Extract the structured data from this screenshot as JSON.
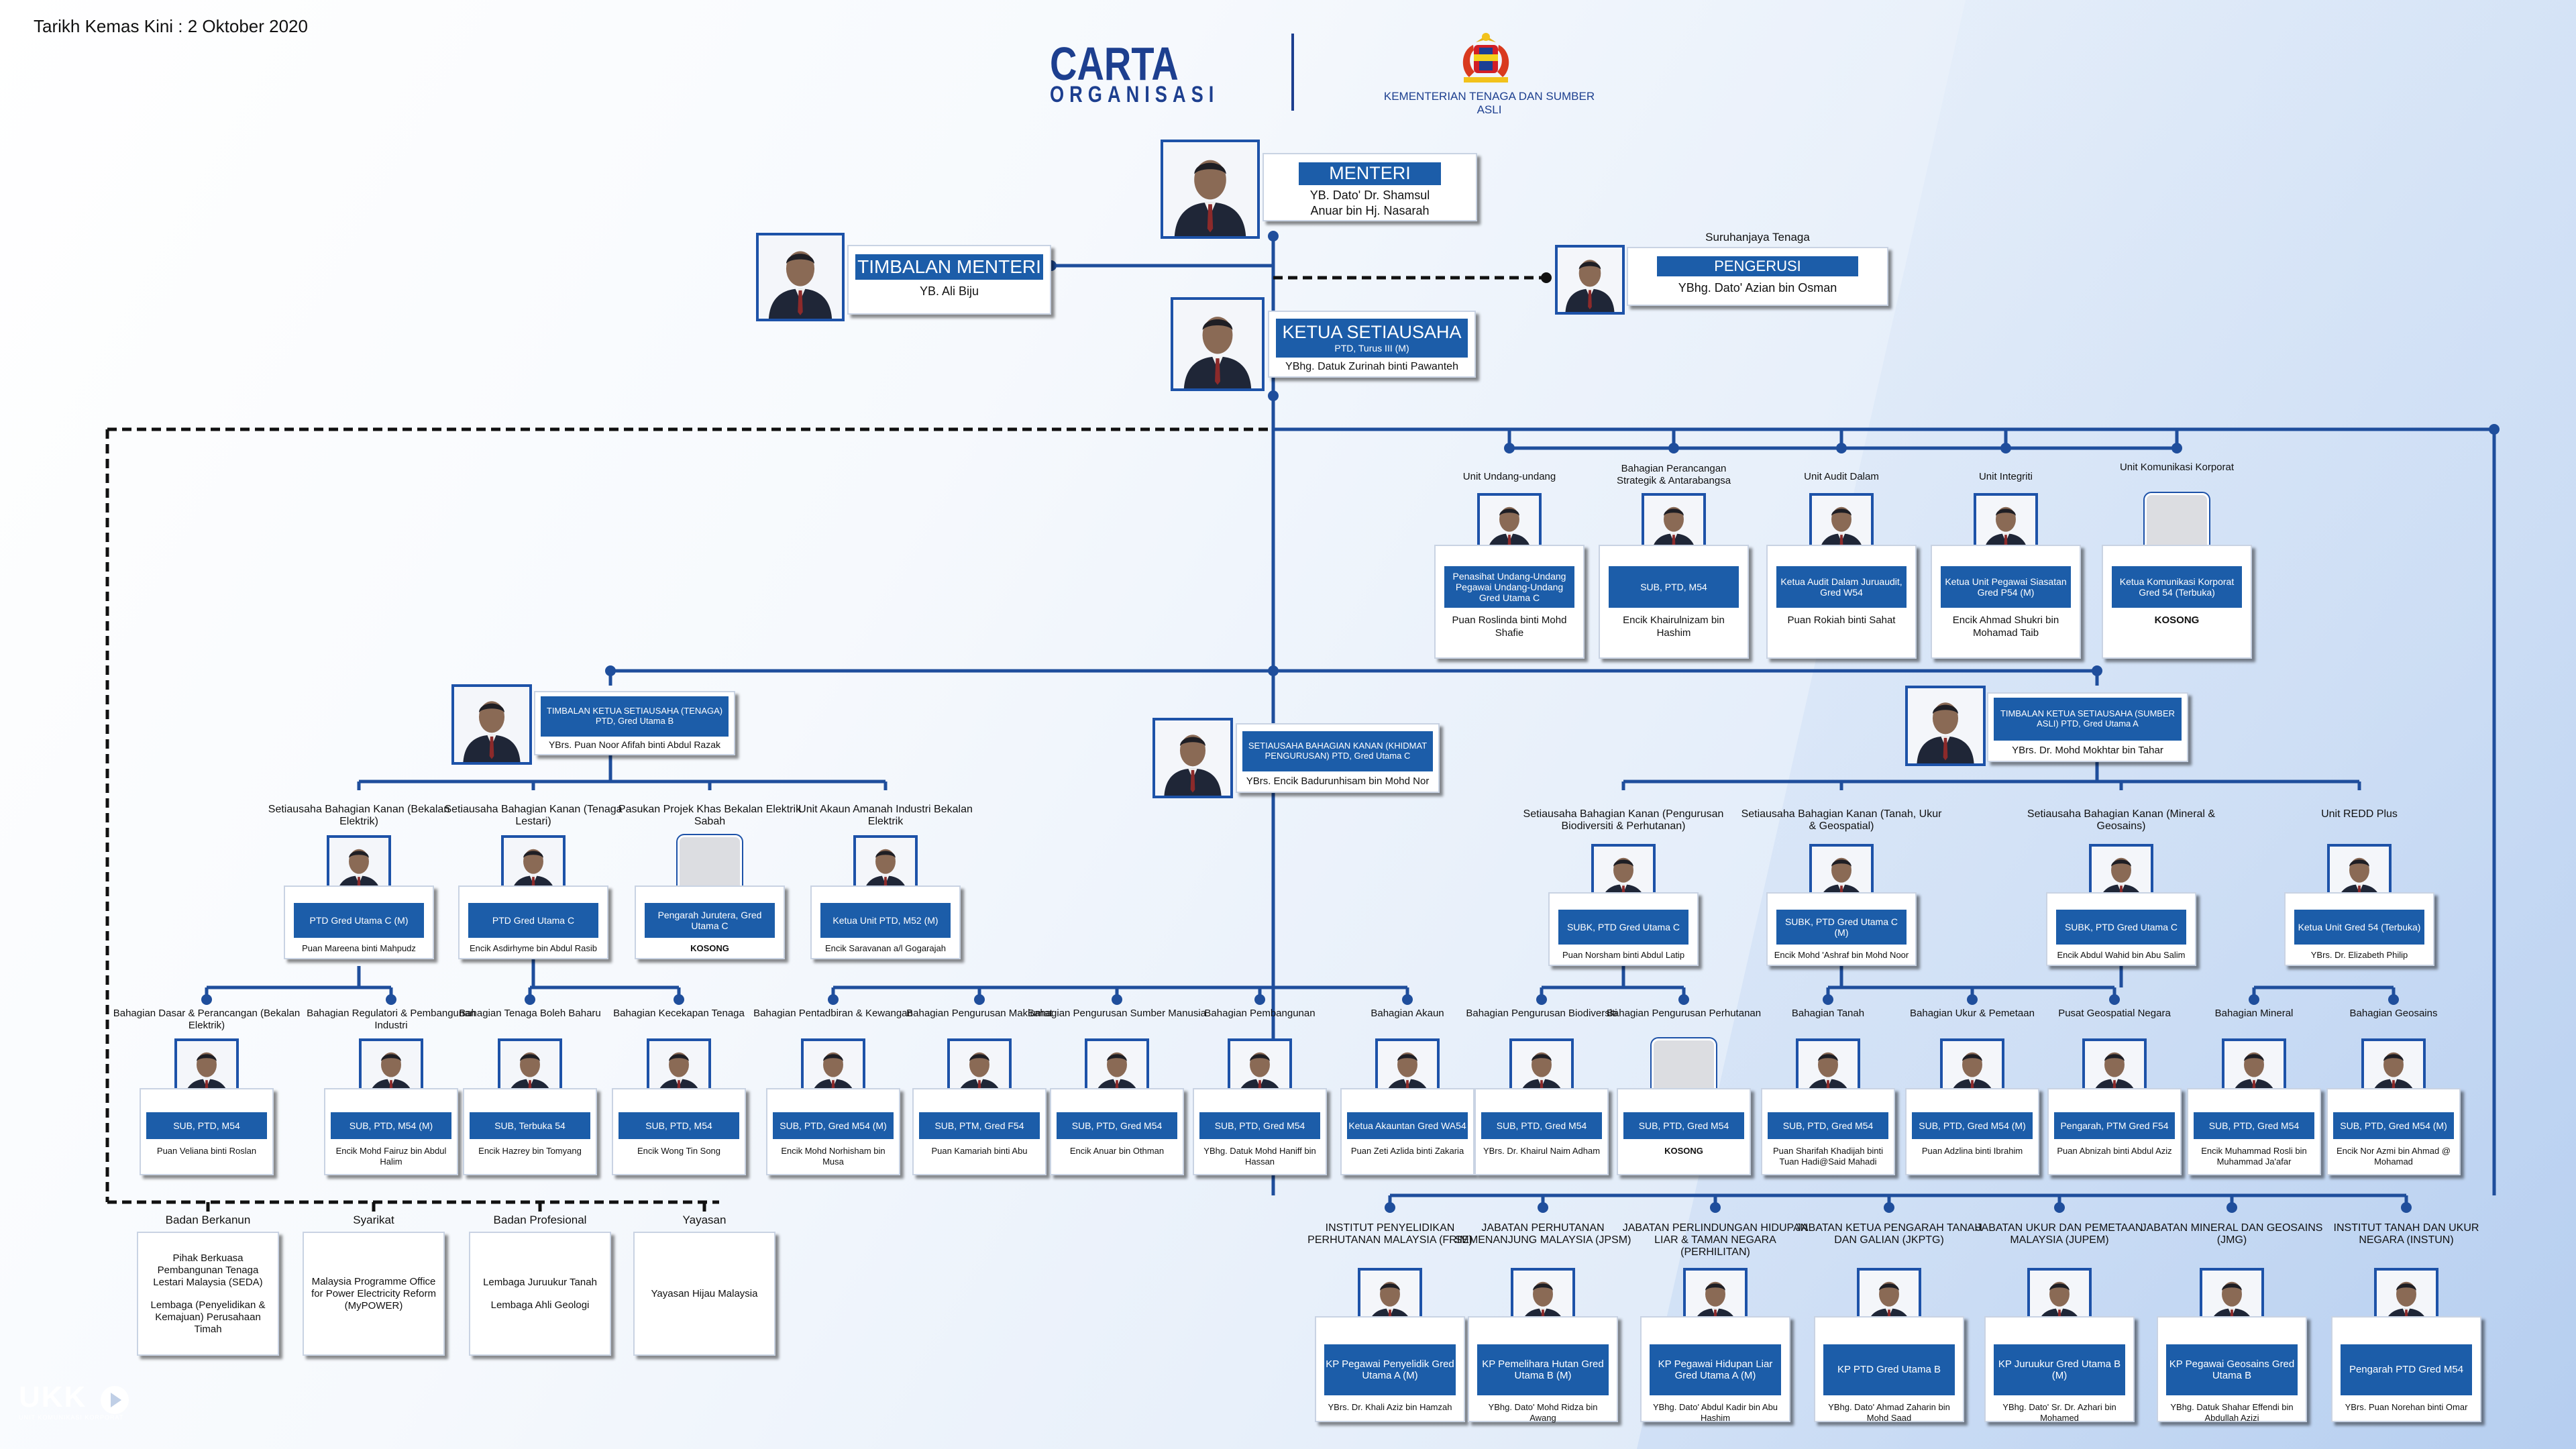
{
  "header": {
    "date": "Tarikh Kemas Kini : 2 Oktober 2020",
    "title": "CARTA",
    "subtitle": "ORGANISASI",
    "ministry": "KEMENTERIAN TENAGA DAN SUMBER ASLI"
  },
  "top": [
    {
      "id": "menteri",
      "role": "MENTERI",
      "name": "YB. Dato' Dr. Shamsul Anuar bin Hj. Nasarah"
    },
    {
      "id": "timbalan",
      "role": "TIMBALAN MENTERI",
      "name": "YB. Ali Biju"
    },
    {
      "id": "pengerusi",
      "caption": "Suruhanjaya Tenaga",
      "role": "PENGERUSI",
      "name": "YBhg. Dato' Azian bin Osman"
    },
    {
      "id": "ksu",
      "role": "KETUA SETIAUSAHA",
      "grade": "PTD, Turus III (M)",
      "name": "YBhg. Datuk Zurinah binti Pawanteh"
    }
  ],
  "units": [
    {
      "caption": "Unit Undang-undang",
      "title": "Penasihat Undang-Undang Pegawai Undang-Undang Gred Utama C",
      "name": "Puan Roslinda binti Mohd Shafie"
    },
    {
      "caption": "Bahagian Perancangan Strategik & Antarabangsa",
      "title": "SUB, PTD, M54",
      "name": "Encik Khairulnizam bin Hashim"
    },
    {
      "caption": "Unit Audit Dalam",
      "title": "Ketua Audit Dalam Juruaudit, Gred W54",
      "name": "Puan Rokiah binti Sahat"
    },
    {
      "caption": "Unit Integriti",
      "title": "Ketua Unit Pegawai Siasatan Gred P54 (M)",
      "name": "Encik Ahmad Shukri bin Mohamad Taib"
    },
    {
      "caption": "Unit Komunikasi Korporat",
      "title": "Ketua Komunikasi Korporat Gred 54 (Terbuka)",
      "name": "KOSONG",
      "empty": true
    }
  ],
  "tksu": [
    {
      "title": "TIMBALAN KETUA SETIAUSAHA (TENAGA) PTD, Gred Utama B",
      "name": "YBrs. Puan Noor Afifah binti Abdul Razak"
    },
    {
      "title": "SETIAUSAHA BAHAGIAN KANAN (KHIDMAT PENGURUSAN) PTD, Gred Utama C",
      "name": "YBrs. Encik Badurunhisam bin Mohd Nor"
    },
    {
      "title": "TIMBALAN KETUA SETIAUSAHA (SUMBER ASLI) PTD, Gred Utama A",
      "name": "YBrs. Dr. Mohd Mokhtar bin Tahar"
    }
  ],
  "l3": [
    {
      "caption": "Setiausaha Bahagian Kanan (Bekalan Elektrik)",
      "title": "PTD Gred Utama C (M)",
      "name": "Puan Mareena binti Mahpudz"
    },
    {
      "caption": "Setiausaha Bahagian Kanan (Tenaga Lestari)",
      "title": "PTD Gred Utama C",
      "name": "Encik Asdirhyme bin Abdul Rasib"
    },
    {
      "caption": "Pasukan Projek Khas Bekalan Elektrik Sabah",
      "title": "Pengarah Jurutera, Gred Utama C",
      "name": "KOSONG",
      "empty": true
    },
    {
      "caption": "Unit Akaun Amanah Industri Bekalan Elektrik",
      "title": "Ketua Unit PTD, M52 (M)",
      "name": "Encik Saravanan a/l Gogarajah"
    },
    {
      "caption": "Setiausaha Bahagian Kanan (Pengurusan Biodiversiti & Perhutanan)",
      "title": "SUBK, PTD Gred Utama C",
      "name": "Puan Norsham binti Abdul Latip"
    },
    {
      "caption": "Setiausaha Bahagian Kanan (Tanah, Ukur & Geospatial)",
      "title": "SUBK, PTD Gred Utama C (M)",
      "name": "Encik Mohd 'Ashraf bin Mohd Noor"
    },
    {
      "caption": "Setiausaha Bahagian Kanan (Mineral & Geosains)",
      "title": "SUBK, PTD Gred Utama C",
      "name": "Encik Abdul Wahid bin Abu Salim"
    },
    {
      "caption": "Unit REDD Plus",
      "title": "Ketua Unit Gred 54 (Terbuka)",
      "name": "YBrs. Dr. Elizabeth Philip"
    }
  ],
  "l4": [
    {
      "caption": "Bahagian Dasar & Perancangan (Bekalan Elektrik)",
      "title": "SUB, PTD, M54",
      "name": "Puan Veliana binti Roslan"
    },
    {
      "caption": "Bahagian Regulatori & Pembangunan Industri",
      "title": "SUB, PTD, M54 (M)",
      "name": "Encik Mohd Fairuz bin Abdul Halim"
    },
    {
      "caption": "Bahagian Tenaga Boleh Baharu",
      "title": "SUB, Terbuka 54",
      "name": "Encik Hazrey bin Tomyang"
    },
    {
      "caption": "Bahagian Kecekapan Tenaga",
      "title": "SUB, PTD, M54",
      "name": "Encik Wong Tin Song"
    },
    {
      "caption": "Bahagian Pentadbiran & Kewangan",
      "title": "SUB, PTD, Gred M54 (M)",
      "name": "Encik Mohd Norhisham bin Musa"
    },
    {
      "caption": "Bahagian Pengurusan Maklumat",
      "title": "SUB, PTM, Gred F54",
      "name": "Puan Kamariah binti Abu"
    },
    {
      "caption": "Bahagian Pengurusan Sumber Manusia",
      "title": "SUB, PTD, Gred M54",
      "name": "Encik Anuar bin Othman"
    },
    {
      "caption": "Bahagian Pembangunan",
      "title": "SUB, PTD, Gred M54",
      "name": "YBhg. Datuk Mohd Haniff bin Hassan"
    },
    {
      "caption": "Bahagian Akaun",
      "title": "Ketua Akauntan Gred WA54",
      "name": "Puan Zeti Azlida binti Zakaria"
    },
    {
      "caption": "Bahagian Pengurusan Biodiversiti",
      "title": "SUB, PTD, Gred M54",
      "name": "YBrs. Dr. Khairul Naim Adham"
    },
    {
      "caption": "Bahagian Pengurusan Perhutanan",
      "title": "SUB, PTD, Gred M54",
      "name": "KOSONG",
      "empty": true
    },
    {
      "caption": "Bahagian Tanah",
      "title": "SUB, PTD, Gred M54",
      "name": "Puan Sharifah Khadijah binti Tuan Hadi@Said Mahadi"
    },
    {
      "caption": "Bahagian Ukur & Pemetaan",
      "title": "SUB, PTD, Gred M54 (M)",
      "name": "Puan Adzlina binti Ibrahim"
    },
    {
      "caption": "Pusat Geospatial Negara",
      "title": "Pengarah, PTM Gred F54",
      "name": "Puan Abnizah binti Abdul Aziz"
    },
    {
      "caption": "Bahagian Mineral",
      "title": "SUB, PTD, Gred M54",
      "name": "Encik Muhammad Rosli bin Muhammad Ja'afar"
    },
    {
      "caption": "Bahagian Geosains",
      "title": "SUB, PTD, Gred M54 (M)",
      "name": "Encik Nor Azmi bin Ahmad @ Mohamad"
    }
  ],
  "badan": [
    {
      "caption": "Badan Berkanun",
      "items": [
        "Pihak Berkuasa Pembangunan Tenaga Lestari Malaysia (SEDA)",
        "Lembaga (Penyelidikan & Kemajuan) Perusahaan Timah"
      ]
    },
    {
      "caption": "Syarikat",
      "items": [
        "Malaysia Programme Office for Power Electricity Reform (MyPOWER)"
      ]
    },
    {
      "caption": "Badan Profesional",
      "items": [
        "Lembaga Juruukur Tanah",
        "Lembaga Ahli  Geologi"
      ]
    },
    {
      "caption": "Yayasan",
      "items": [
        "Yayasan Hijau Malaysia"
      ]
    }
  ],
  "jabatan": [
    {
      "caption": "INSTITUT PENYELIDIKAN PERHUTANAN MALAYSIA (FRIM)",
      "title": "KP Pegawai Penyelidik Gred Utama A (M)",
      "name": "YBrs. Dr. Khali Aziz bin Hamzah"
    },
    {
      "caption": "JABATAN PERHUTANAN SEMENANJUNG MALAYSIA (JPSM)",
      "title": "KP Pemelihara Hutan Gred Utama B (M)",
      "name": "YBhg. Dato' Mohd Ridza bin Awang"
    },
    {
      "caption": "JABATAN PERLINDUNGAN HIDUPAN LIAR & TAMAN NEGARA (PERHILITAN)",
      "title": "KP Pegawai Hidupan Liar Gred Utama A (M)",
      "name": "YBhg. Dato' Abdul Kadir bin Abu Hashim"
    },
    {
      "caption": "JABATAN KETUA PENGARAH TANAH DAN GALIAN (JKPTG)",
      "title": "KP PTD Gred Utama B",
      "name": "YBhg. Dato' Ahmad Zaharin bin Mohd Saad"
    },
    {
      "caption": "JABATAN UKUR DAN PEMETAAN MALAYSIA (JUPEM)",
      "title": "KP Juruukur Gred Utama B (M)",
      "name": "YBhg. Dato' Sr. Dr. Azhari bin Mohamed"
    },
    {
      "caption": "JABATAN MINERAL DAN GEOSAINS (JMG)",
      "title": "KP Pegawai Geosains Gred Utama B",
      "name": "YBhg. Datuk Shahar Effendi bin Abdullah Azizi"
    },
    {
      "caption": "INSTITUT TANAH DAN UKUR NEGARA (INSTUN)",
      "title": "Pengarah PTD Gred M54",
      "name": "YBrs. Puan Norehan binti Omar"
    }
  ],
  "footer": {
    "logo": "UKK",
    "tagline": "UNIT KOMUNIKASI KORPORAT"
  },
  "colors": {
    "accent": "#1c5da9",
    "line": "#1f4e9c"
  }
}
